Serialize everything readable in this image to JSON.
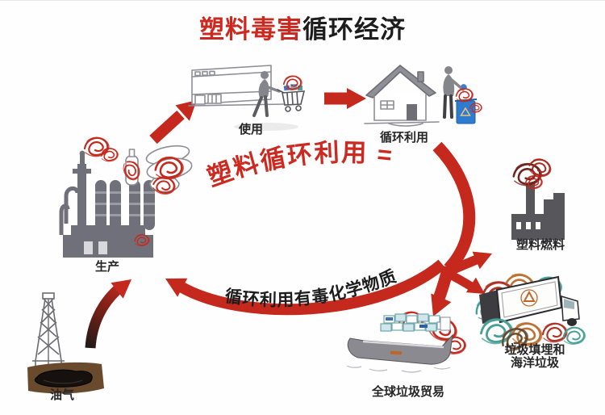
{
  "title": {
    "accent": "塑料毒害",
    "rest": "循环经济"
  },
  "equation_label": "塑料循环利用 =",
  "toxic_arc_label": "循环利用有毒化学物质",
  "nodes": {
    "use": {
      "label": "使用"
    },
    "recycling": {
      "label": "循环利用"
    },
    "plastic_fuel": {
      "label": "塑料燃料"
    },
    "landfill": {
      "line1": "垃圾填埋和",
      "line2": "海洋垃圾"
    },
    "waste_trade": {
      "label": "全球垃圾贸易"
    },
    "oil_gas": {
      "label": "油气"
    },
    "production": {
      "label": "生产"
    }
  },
  "colors": {
    "arrow_red": "#c5281c",
    "title_red": "#cc2920",
    "text_dark": "#1d1d1d",
    "factory_gray": "#70707a",
    "fuel_plant_gray": "#56565b",
    "ground_brown": "#6a4a2d",
    "oil_black": "#16110e",
    "bin_blue": "#2e7cd0",
    "scribble_teal": "#4aa096",
    "scribble_orange": "#bd7134",
    "recycle_orange": "#c0652a"
  }
}
